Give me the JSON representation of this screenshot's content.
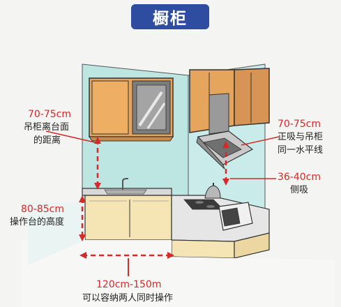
{
  "title": "橱柜",
  "annotations": {
    "upper_gap": {
      "value": "70-75cm",
      "line1": "吊柜离台面",
      "line2": "的距离"
    },
    "hood_gap": {
      "value": "70-75cm",
      "line1": "正吸与吊柜",
      "line2": "同一水平线"
    },
    "side_gap": {
      "value": "36-40cm",
      "line1": "侧吸"
    },
    "counter_height": {
      "value": "80-85cm",
      "line1": "操作台的高度"
    },
    "width": {
      "value": "120cm-150m",
      "line1": "可以容纳两人同时操作"
    }
  },
  "colors": {
    "title_bg": "#2f4da0",
    "wall": "#bde6e3",
    "cabinet": "#e6a55c",
    "counter_base": "#f5e4b4",
    "dimension": "#d42a2a"
  }
}
